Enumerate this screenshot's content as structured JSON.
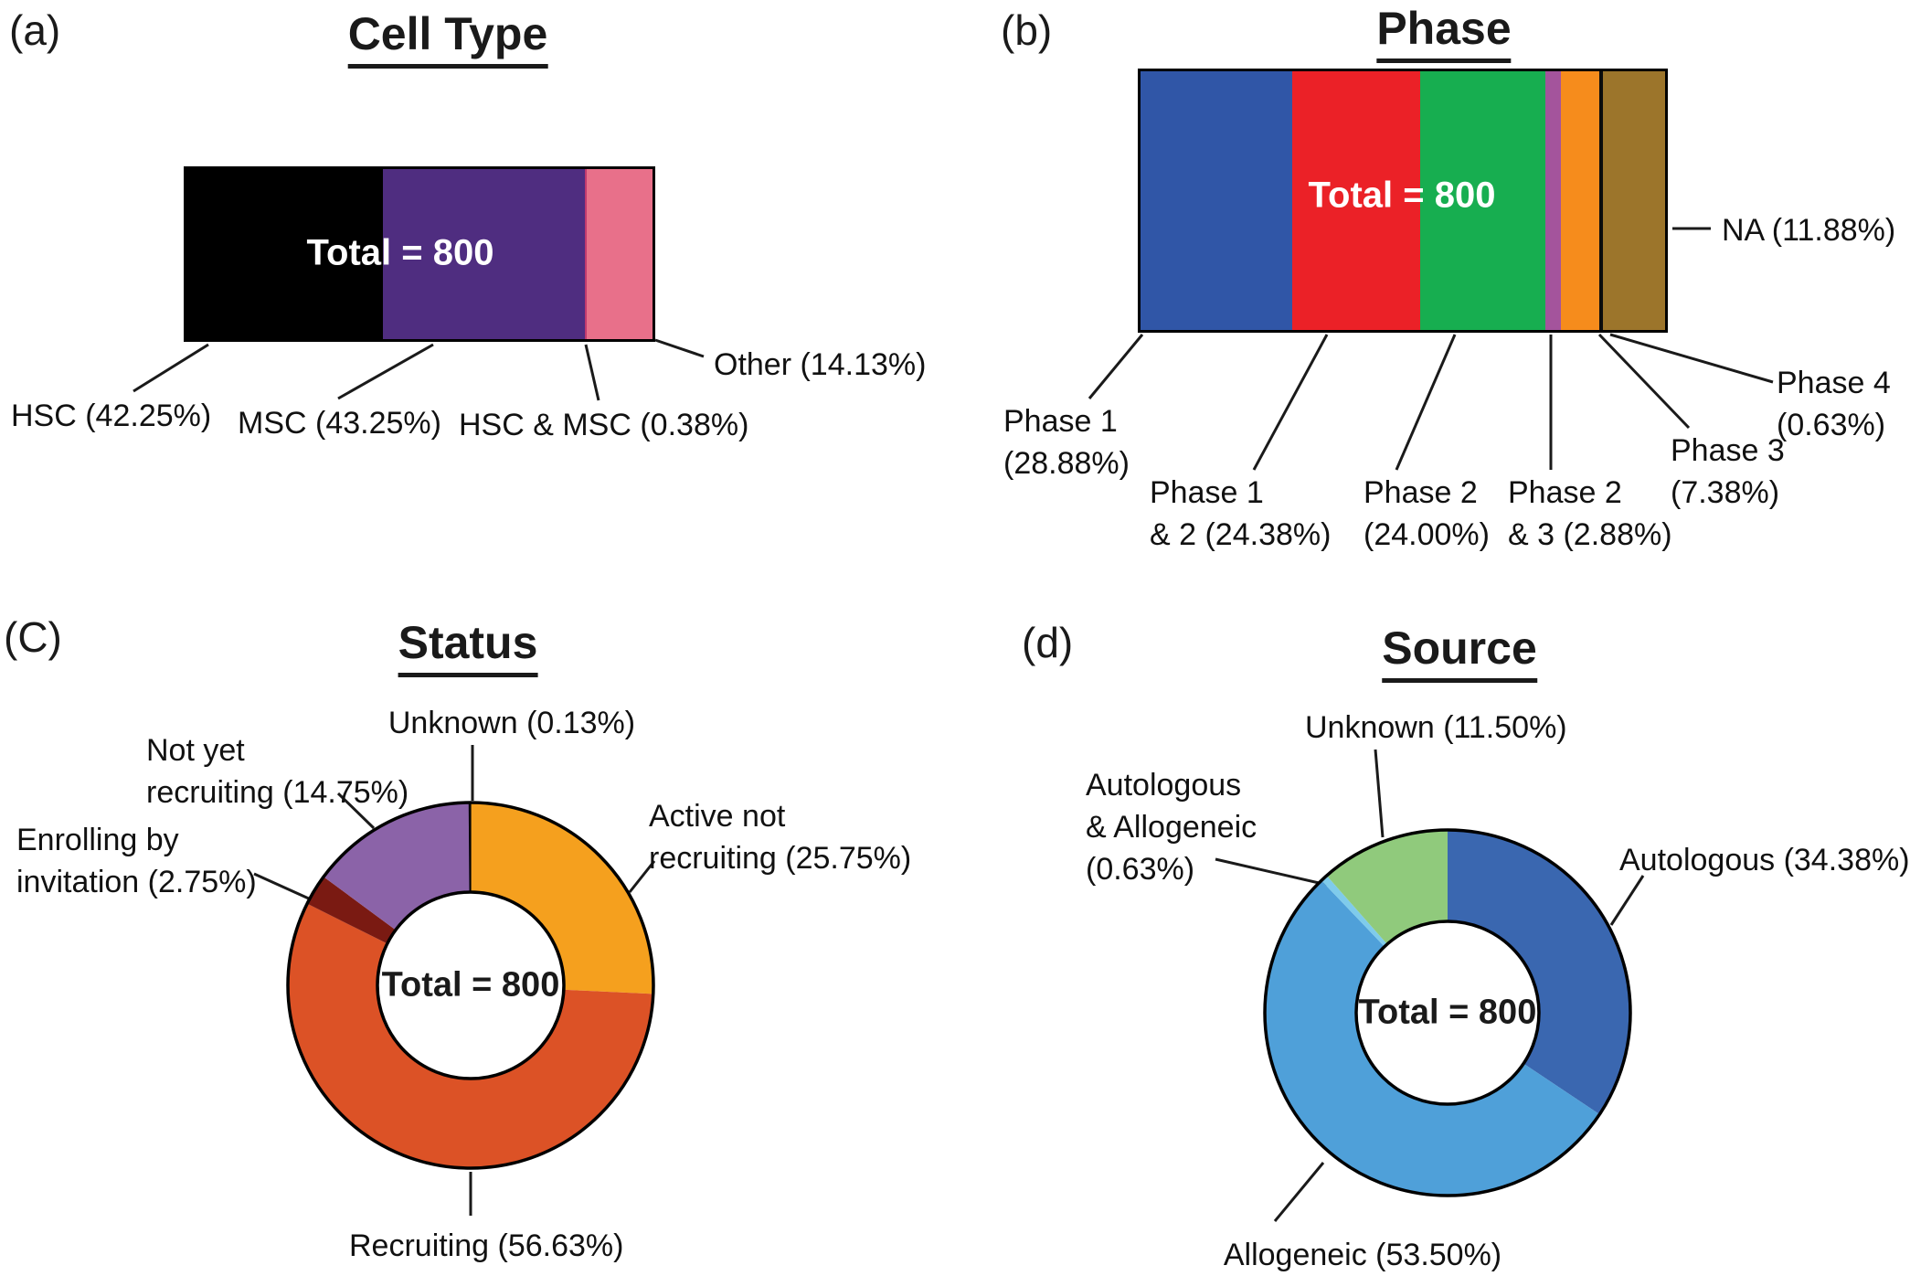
{
  "figure_total_label": "Total = 800",
  "chart_data": [
    {
      "id": "a",
      "panel_letter": "(a)",
      "title": "Cell Type",
      "type": "bar",
      "subtype": "100pct_stacked_horizontal",
      "total": 800,
      "total_label": "Total = 800",
      "segments": [
        {
          "name": "HSC",
          "pct": 42.25,
          "color": "#000000"
        },
        {
          "name": "MSC",
          "pct": 43.25,
          "color": "#4F2D80"
        },
        {
          "name": "HSC & MSC",
          "pct": 0.38,
          "color": "#C13A6E"
        },
        {
          "name": "Other",
          "pct": 14.13,
          "color": "#E8708A"
        }
      ],
      "callouts": {
        "hsc": {
          "lines": [
            "HSC (42.25%)"
          ]
        },
        "msc": {
          "lines": [
            "MSC (43.25%)"
          ]
        },
        "hsc_msc": {
          "lines": [
            "HSC & MSC (0.38%)"
          ]
        },
        "other": {
          "lines": [
            "Other (14.13%)"
          ]
        }
      }
    },
    {
      "id": "b",
      "panel_letter": "(b)",
      "title": "Phase",
      "type": "bar",
      "subtype": "100pct_stacked_horizontal",
      "total": 800,
      "total_label": "Total = 800",
      "segments": [
        {
          "name": "Phase 1",
          "pct": 28.88,
          "color": "#3056A7"
        },
        {
          "name": "Phase 1 & 2",
          "pct": 24.38,
          "color": "#EB2127"
        },
        {
          "name": "Phase 2",
          "pct": 24.0,
          "color": "#17AE50"
        },
        {
          "name": "Phase 2 & 3",
          "pct": 2.88,
          "color": "#A4549C"
        },
        {
          "name": "Phase 3",
          "pct": 7.38,
          "color": "#F68C1C"
        },
        {
          "name": "Phase 4",
          "pct": 0.63,
          "color": "#0C0C0C"
        },
        {
          "name": "NA",
          "pct": 11.88,
          "color": "#9C752B"
        }
      ],
      "callouts": {
        "phase1": {
          "lines": [
            "Phase 1",
            "(28.88%)"
          ]
        },
        "phase1_2": {
          "lines": [
            "Phase 1",
            "& 2 (24.38%)"
          ]
        },
        "phase2": {
          "lines": [
            "Phase 2",
            "(24.00%)"
          ]
        },
        "phase2_3": {
          "lines": [
            "Phase 2",
            "& 3 (2.88%)"
          ]
        },
        "phase3": {
          "lines": [
            "Phase 3",
            "(7.38%)"
          ]
        },
        "phase4": {
          "lines": [
            "Phase 4",
            "(0.63%)"
          ]
        },
        "na": {
          "lines": [
            "NA (11.88%)"
          ]
        }
      }
    },
    {
      "id": "c",
      "panel_letter": "(C)",
      "title": "Status",
      "type": "pie",
      "subtype": "donut",
      "total": 800,
      "total_label": "Total = 800",
      "start_angle_deg": 0,
      "direction": "clockwise",
      "segments": [
        {
          "name": "Active not recruiting",
          "pct": 25.75,
          "color": "#F5A01E"
        },
        {
          "name": "Recruiting",
          "pct": 56.63,
          "color": "#DC5226"
        },
        {
          "name": "Enrolling by invitation",
          "pct": 2.75,
          "color": "#7A1A12"
        },
        {
          "name": "Not yet recruiting",
          "pct": 14.75,
          "color": "#8B63A8"
        },
        {
          "name": "Unknown",
          "pct": 0.13,
          "color": "#141414"
        }
      ],
      "callouts": {
        "unknown": {
          "lines": [
            "Unknown (0.13%)"
          ]
        },
        "not_yet": {
          "lines": [
            "Not yet",
            "recruiting (14.75%)"
          ]
        },
        "enrolling": {
          "lines": [
            "Enrolling by",
            "invitation (2.75%)"
          ]
        },
        "active_not": {
          "lines": [
            "Active not",
            "recruiting (25.75%)"
          ]
        },
        "recruiting": {
          "lines": [
            "Recruiting (56.63%)"
          ]
        }
      }
    },
    {
      "id": "d",
      "panel_letter": "(d)",
      "title": "Source",
      "type": "pie",
      "subtype": "donut",
      "total": 800,
      "total_label": "Total = 800",
      "start_angle_deg": 0,
      "direction": "clockwise",
      "segments": [
        {
          "name": "Autologous",
          "pct": 34.38,
          "color": "#3A67B0"
        },
        {
          "name": "Allogeneic",
          "pct": 53.5,
          "color": "#4FA0D9"
        },
        {
          "name": "Autologous & Allogeneic",
          "pct": 0.63,
          "color": "#7FCBEB"
        },
        {
          "name": "Unknown",
          "pct": 11.5,
          "color": "#90CA7C"
        }
      ],
      "callouts": {
        "auto_allo": {
          "lines": [
            "Autologous",
            "& Allogeneic",
            "(0.63%)"
          ]
        },
        "unknown": {
          "lines": [
            "Unknown (11.50%)"
          ]
        },
        "autologous": {
          "lines": [
            "Autologous (34.38%)"
          ]
        },
        "allogeneic": {
          "lines": [
            "Allogeneic (53.50%)"
          ]
        }
      }
    }
  ]
}
